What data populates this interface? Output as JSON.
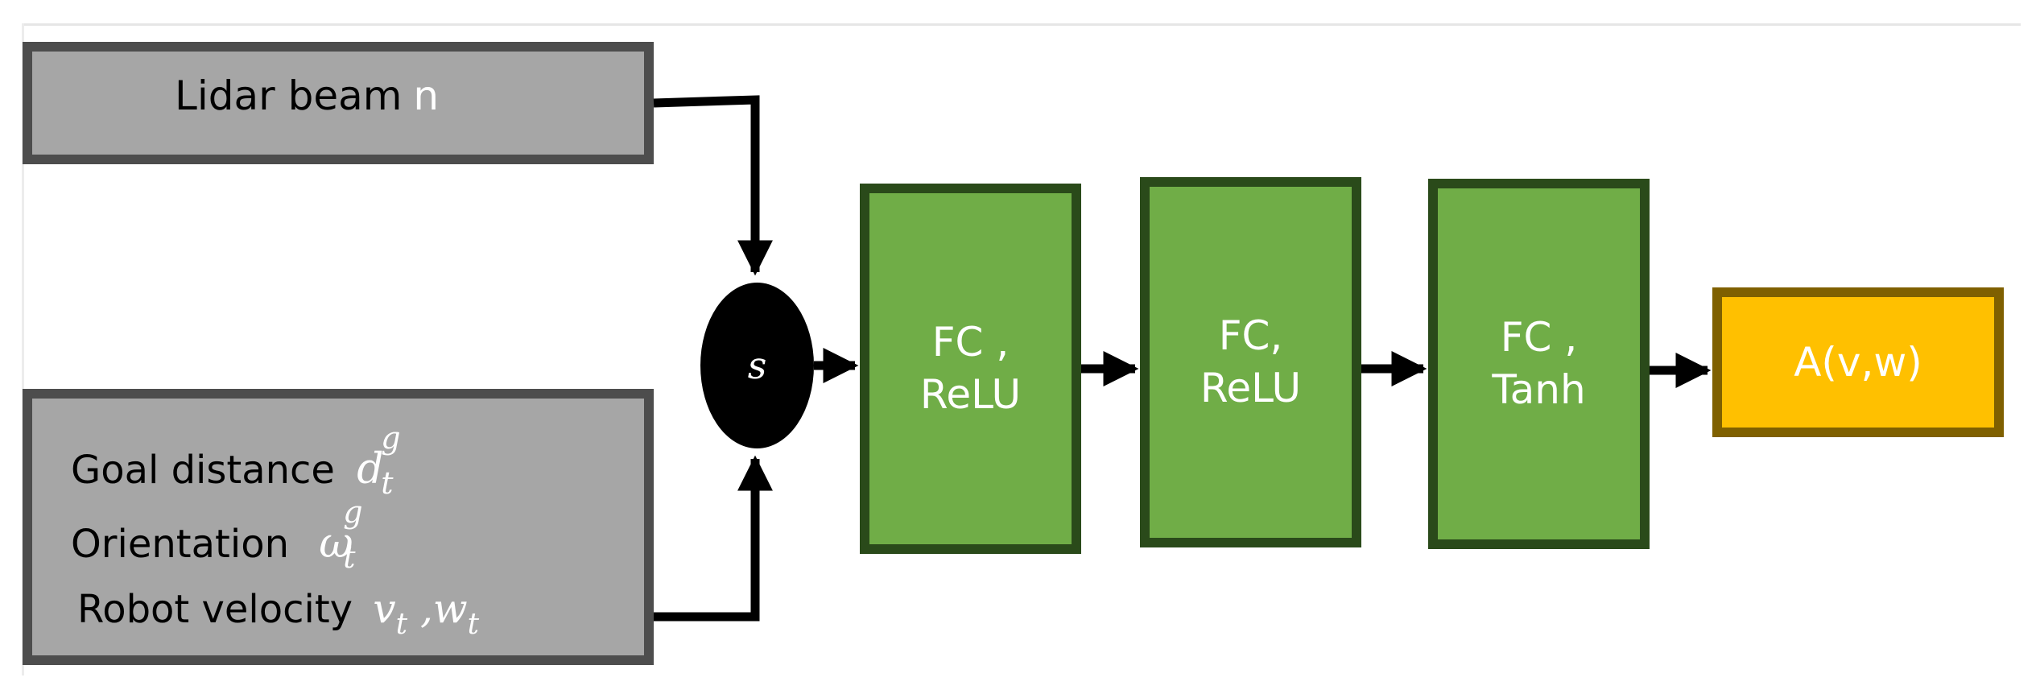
{
  "diagram": {
    "inputs": {
      "lidar": {
        "label": "Lidar beam",
        "symbol": "n"
      },
      "state": {
        "goal_distance": {
          "label": "Goal distance",
          "symbol": "d",
          "sup": "g",
          "sub": "t"
        },
        "orientation": {
          "label": "Orientation",
          "symbol": "ω",
          "sup": "g",
          "sub": "t"
        },
        "robot_velocity": {
          "label": "Robot velocity",
          "v": "v",
          "v_sub": "t",
          "sep": " ,",
          "w": "w",
          "w_sub": "t"
        }
      }
    },
    "state_node": {
      "label": "s"
    },
    "layers": [
      {
        "line1": "FC ,",
        "line2": "ReLU"
      },
      {
        "line1": "FC,",
        "line2": "ReLU"
      },
      {
        "line1": "FC ,",
        "line2": "Tanh"
      }
    ],
    "output": {
      "label": "A(v,w)"
    },
    "colors": {
      "input_fill": "#a6a6a6",
      "input_border": "#4d4d4d",
      "layer_fill": "#70ad47",
      "layer_border": "#2a4a1a",
      "output_fill": "#ffc000",
      "output_border": "#7f6000",
      "node_fill": "#000000",
      "arrow": "#000000"
    }
  }
}
